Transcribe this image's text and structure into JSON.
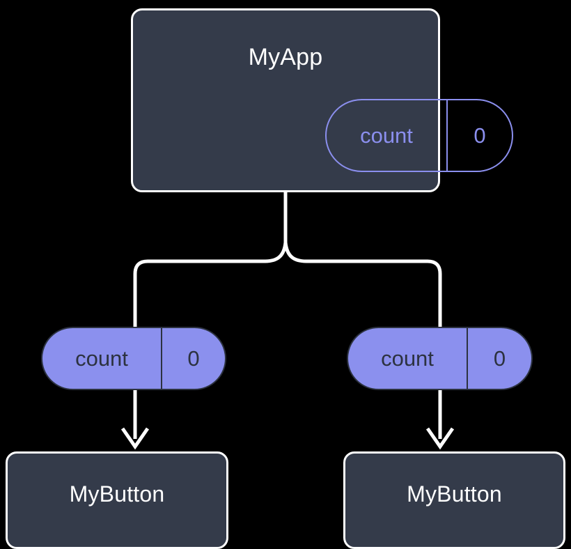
{
  "diagram": {
    "title": "MyApp component tree with count state",
    "background_color": "#000000",
    "colors": {
      "node_fill": "#343b4a",
      "node_border": "#ffffff",
      "accent": "#8b8fee",
      "pill_fill": "#8b90ee",
      "pill_text_dark": "#2c3240",
      "edge": "#ffffff"
    }
  },
  "root": {
    "label": "MyApp",
    "state": {
      "key": "count",
      "value": "0"
    }
  },
  "props": [
    {
      "key": "count",
      "value": "0"
    },
    {
      "key": "count",
      "value": "0"
    }
  ],
  "children": [
    {
      "label": "MyButton"
    },
    {
      "label": "MyButton"
    }
  ]
}
